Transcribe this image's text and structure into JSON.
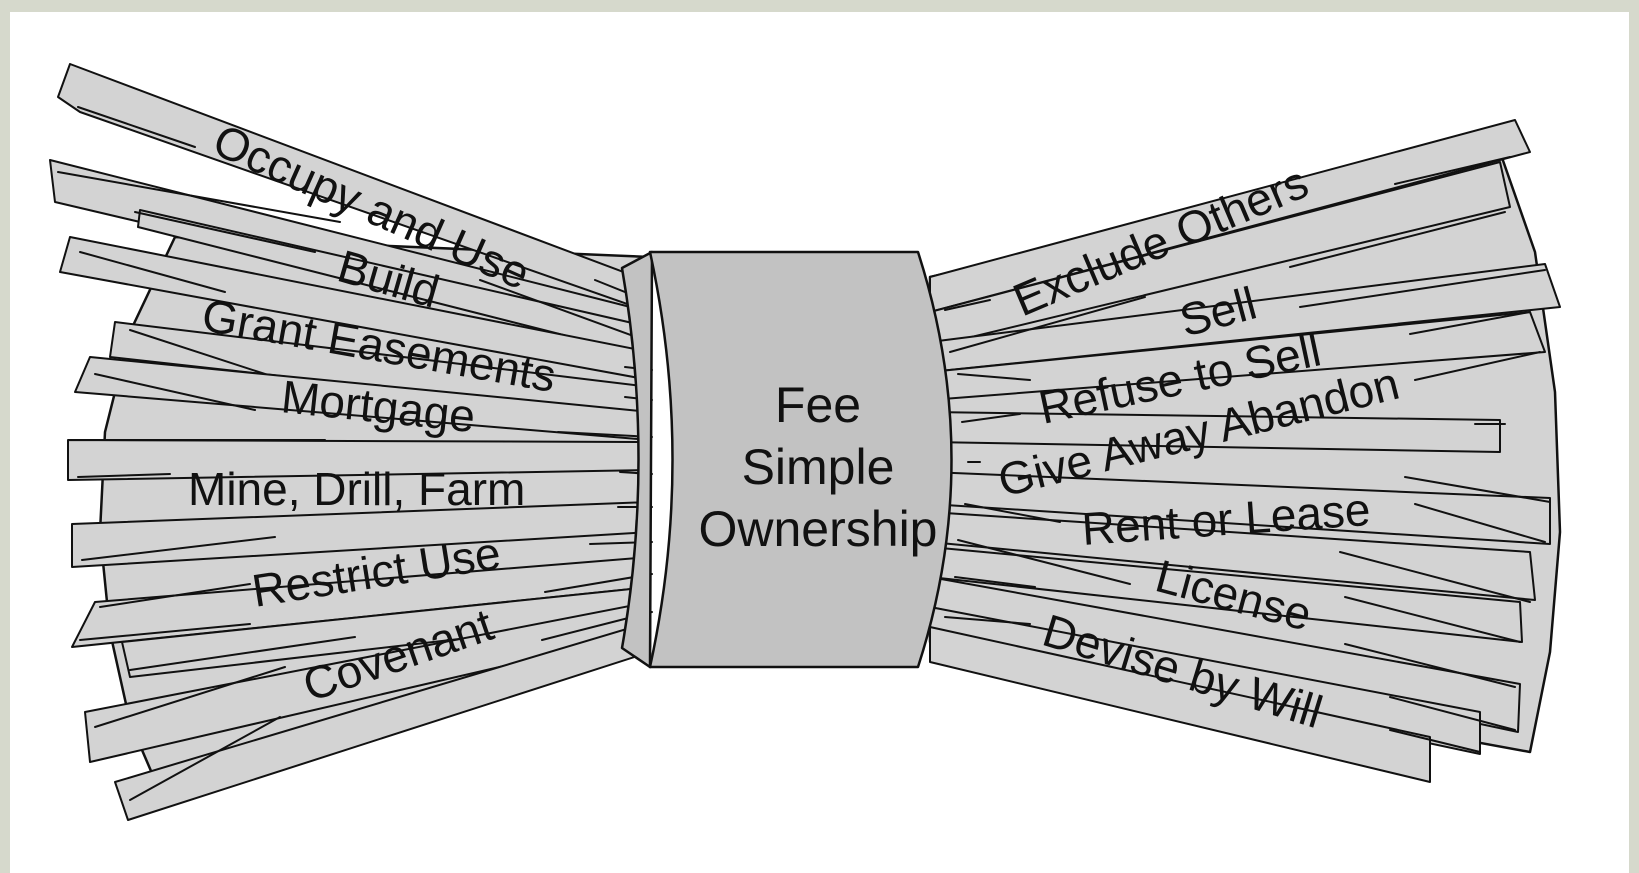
{
  "diagram": {
    "center": {
      "lines": [
        "Fee",
        "Simple",
        "Ownership"
      ]
    },
    "left_rights": [
      "Occupy and Use",
      "Build",
      "Grant Easements",
      "Mortgage",
      "Mine, Drill, Farm",
      "Restrict Use",
      "Covenant"
    ],
    "right_rights": [
      "Exclude Others",
      "Sell",
      "Refuse to Sell",
      "Give Away Abandon",
      "Rent or Lease",
      "License",
      "Devise by Will"
    ]
  }
}
